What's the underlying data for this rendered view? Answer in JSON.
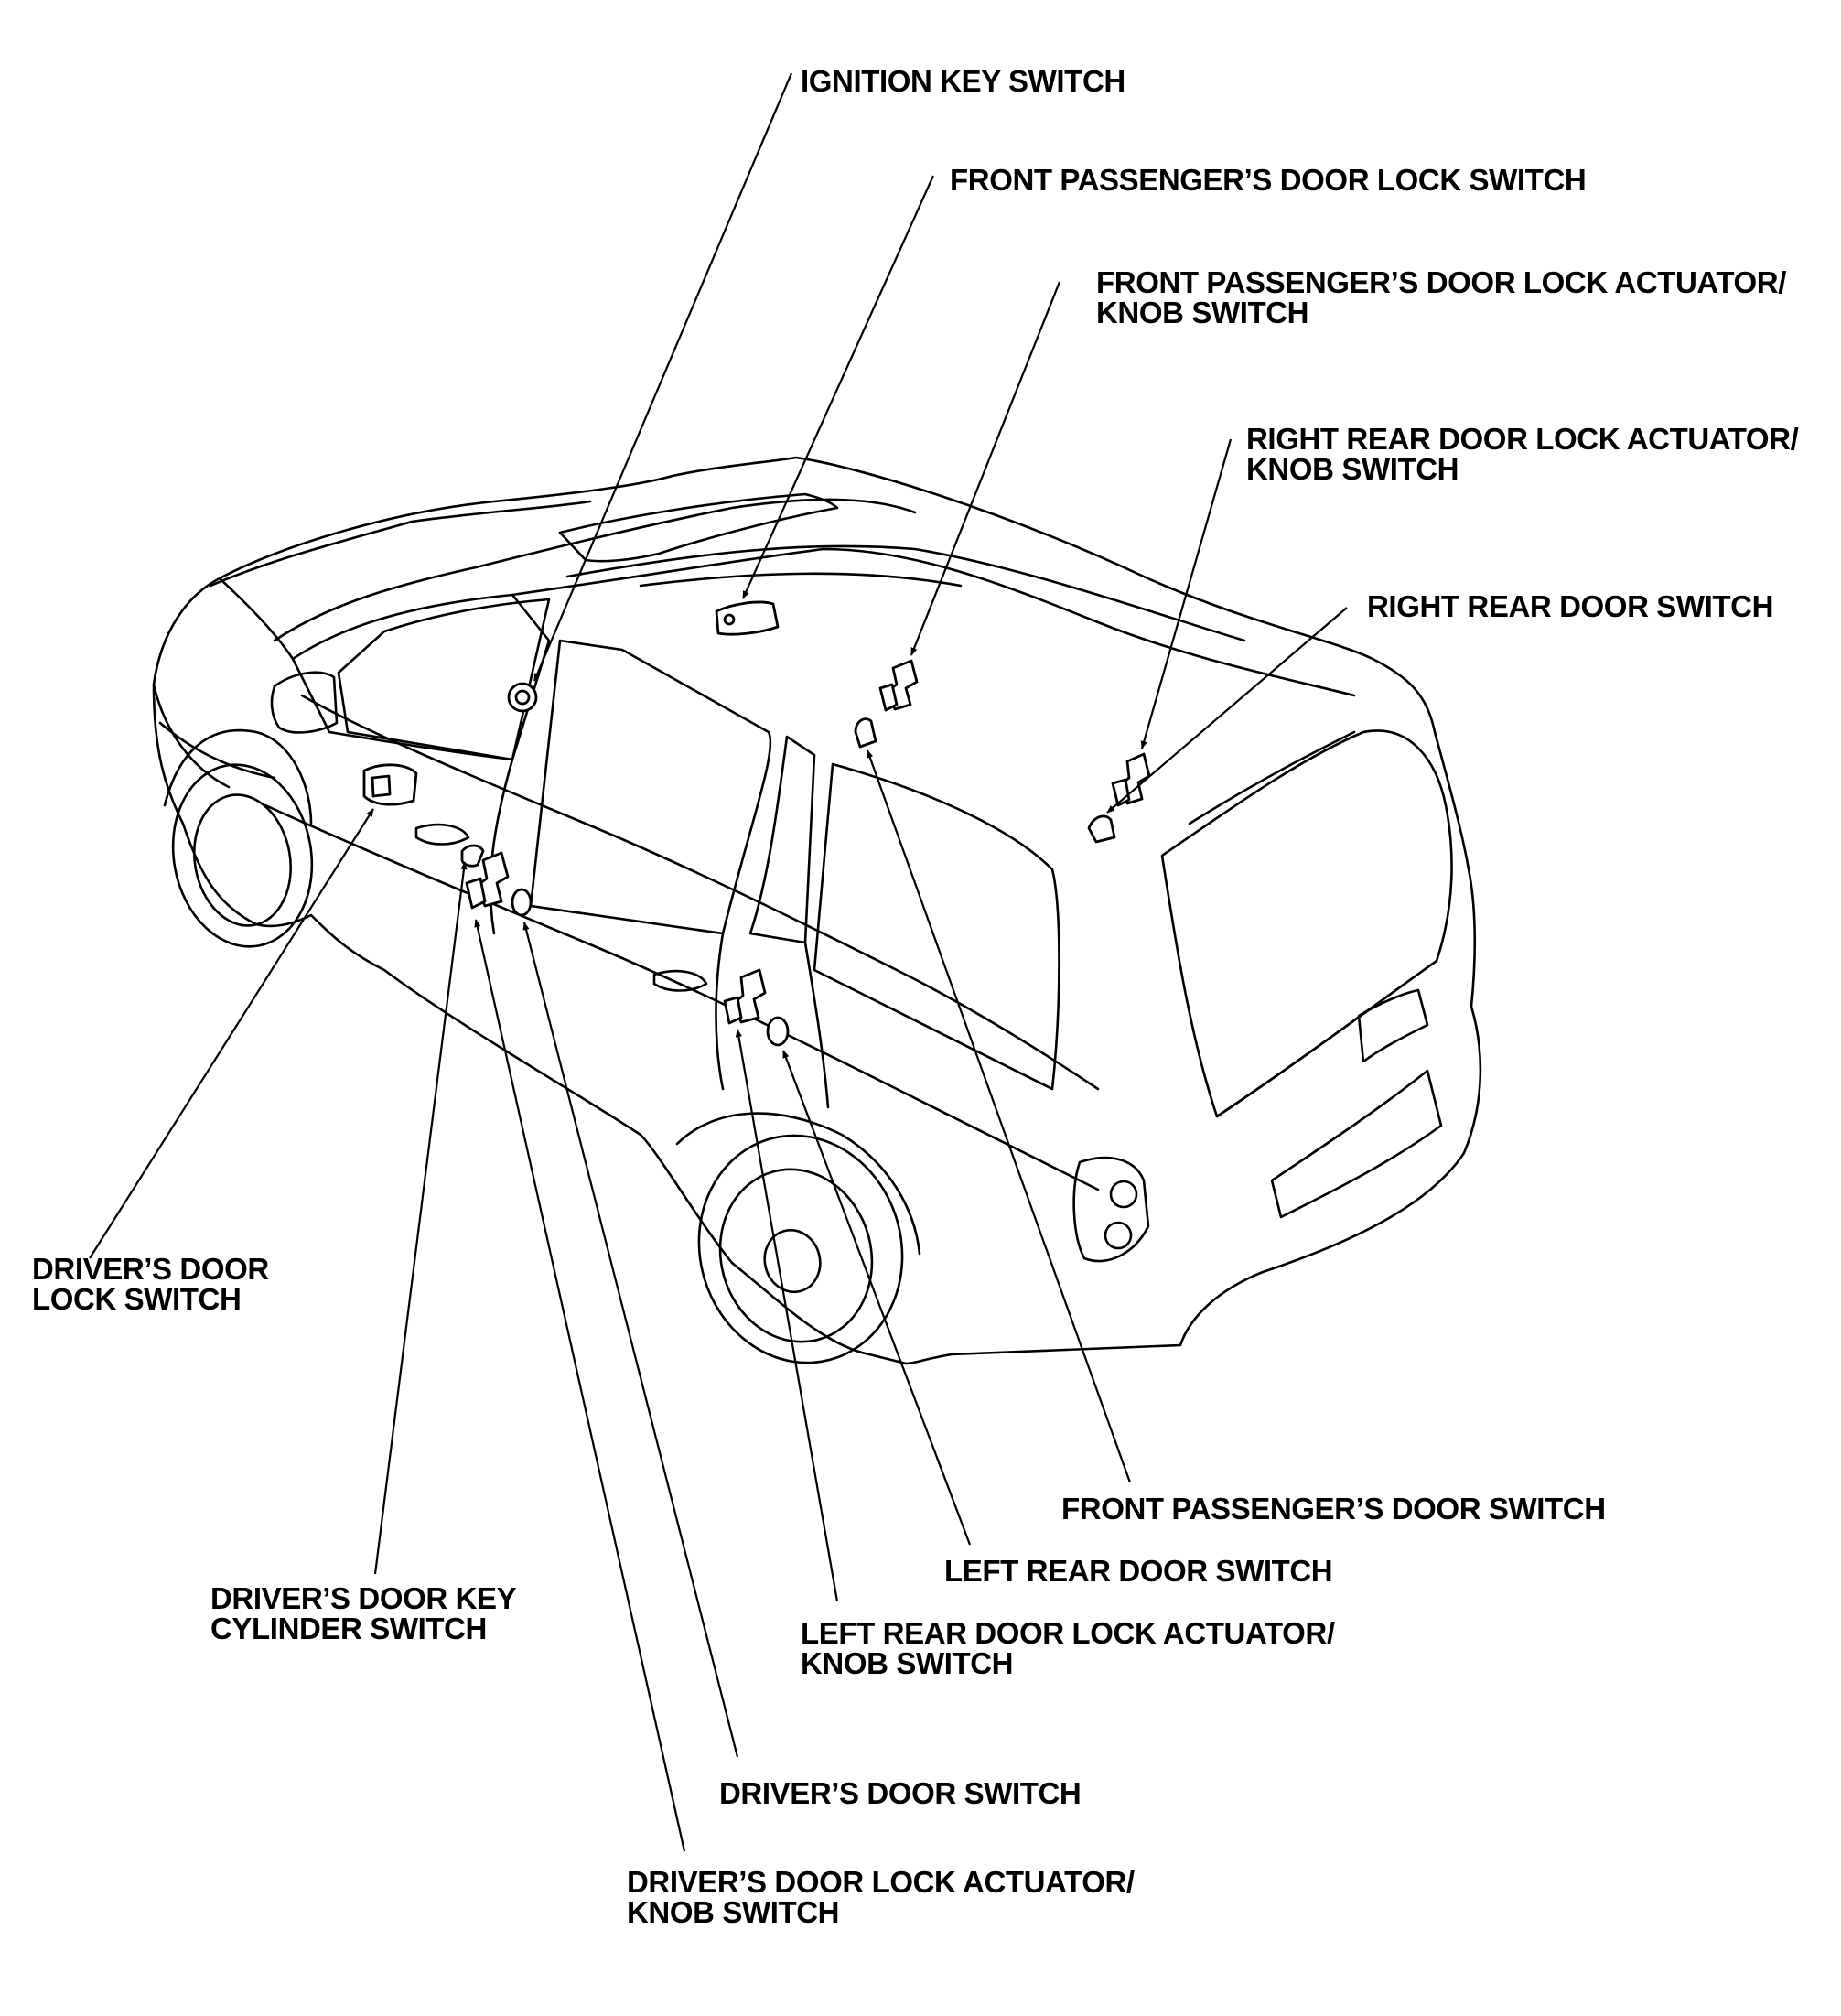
{
  "labels": {
    "ignition_key_switch": [
      "IGNITION KEY SWITCH"
    ],
    "front_passenger_door_lock_switch": [
      "FRONT PASSENGER’S DOOR LOCK SWITCH"
    ],
    "front_passenger_door_lock_actuator": [
      "FRONT PASSENGER’S DOOR LOCK ACTUATOR/",
      "KNOB SWITCH"
    ],
    "right_rear_door_lock_actuator": [
      "RIGHT REAR DOOR LOCK ACTUATOR/",
      "KNOB SWITCH"
    ],
    "right_rear_door_switch": [
      "RIGHT REAR DOOR SWITCH"
    ],
    "drivers_door_lock_switch": [
      "DRIVER’S DOOR",
      "LOCK SWITCH"
    ],
    "front_passenger_door_switch": [
      "FRONT PASSENGER’S DOOR SWITCH"
    ],
    "left_rear_door_switch": [
      "LEFT REAR DOOR SWITCH"
    ],
    "left_rear_door_lock_actuator": [
      "LEFT REAR DOOR LOCK ACTUATOR/",
      "KNOB SWITCH"
    ],
    "drivers_door_key_cylinder_switch": [
      "DRIVER’S DOOR KEY",
      "CYLINDER SWITCH"
    ],
    "drivers_door_switch": [
      "DRIVER’S DOOR SWITCH"
    ],
    "drivers_door_lock_actuator": [
      "DRIVER’S DOOR LOCK ACTUATOR/",
      "KNOB SWITCH"
    ]
  },
  "colors": {
    "ink": "#000000",
    "paper": "#ffffff"
  }
}
